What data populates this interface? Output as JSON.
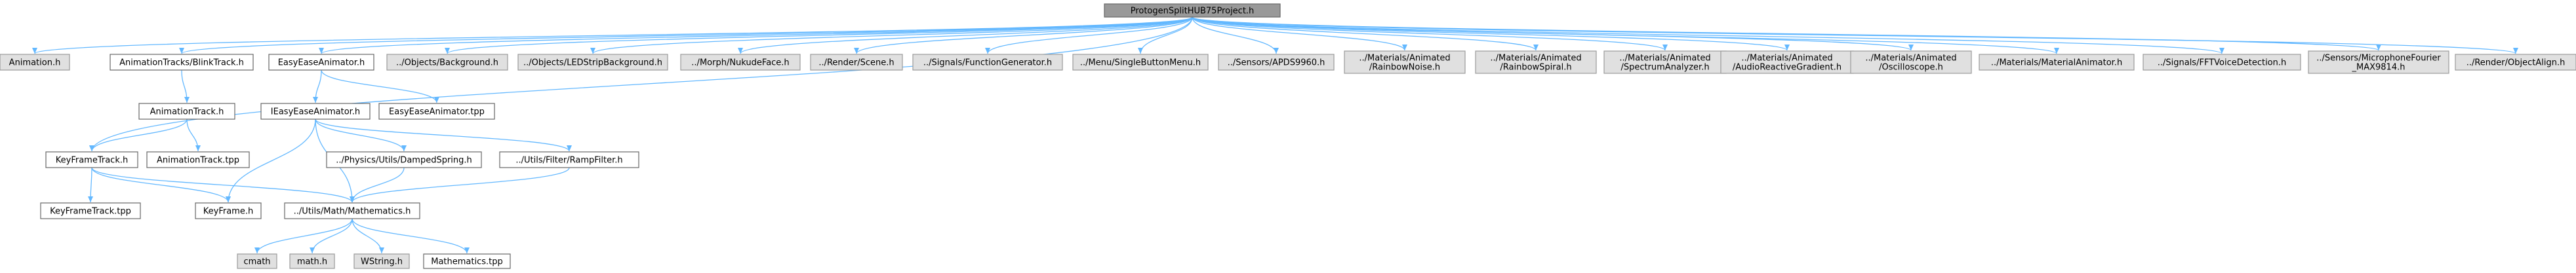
{
  "colors": {
    "root_fill": "#999999",
    "root_stroke": "#666666",
    "local_fill": "#ffffff",
    "local_stroke": "#666666",
    "external_fill": "#e0e0e0",
    "external_stroke": "#999999",
    "edge": "#63b8ff"
  },
  "nodes": [
    {
      "id": "root",
      "label": "ProtogenSplitHUB75Project.h",
      "kind": "root"
    },
    {
      "id": "animation_h",
      "label": "Animation.h",
      "kind": "external"
    },
    {
      "id": "blinktrack",
      "label": "AnimationTracks/BlinkTrack.h",
      "kind": "local"
    },
    {
      "id": "easyanimator",
      "label": "EasyEaseAnimator.h",
      "kind": "local"
    },
    {
      "id": "objects_bg",
      "label": "../Objects/Background.h",
      "kind": "external"
    },
    {
      "id": "objects_led",
      "label": "../Objects/LEDStripBackground.h",
      "kind": "external"
    },
    {
      "id": "morph",
      "label": "../Morph/NukudeFace.h",
      "kind": "external"
    },
    {
      "id": "render_scene",
      "label": "../Render/Scene.h",
      "kind": "external"
    },
    {
      "id": "signals_fg",
      "label": "../Signals/FunctionGenerator.h",
      "kind": "external"
    },
    {
      "id": "menu",
      "label": "../Menu/SingleButtonMenu.h",
      "kind": "external"
    },
    {
      "id": "sensors_apds",
      "label": "../Sensors/APDS9960.h",
      "kind": "external"
    },
    {
      "id": "mat_noise",
      "label": "../Materials/Animated\n/RainbowNoise.h",
      "kind": "external"
    },
    {
      "id": "mat_spiral",
      "label": "../Materials/Animated\n/RainbowSpiral.h",
      "kind": "external"
    },
    {
      "id": "mat_spectrum",
      "label": "../Materials/Animated\n/SpectrumAnalyzer.h",
      "kind": "external"
    },
    {
      "id": "mat_audio",
      "label": "../Materials/Animated\n/AudioReactiveGradient.h",
      "kind": "external"
    },
    {
      "id": "mat_osc",
      "label": "../Materials/Animated\n/Oscilloscope.h",
      "kind": "external"
    },
    {
      "id": "mat_animator",
      "label": "../Materials/MaterialAnimator.h",
      "kind": "external"
    },
    {
      "id": "signals_fft",
      "label": "../Signals/FFTVoiceDetection.h",
      "kind": "external"
    },
    {
      "id": "sensors_mic",
      "label": "../Sensors/MicrophoneFourier\n_MAX9814.h",
      "kind": "external"
    },
    {
      "id": "render_align",
      "label": "../Render/ObjectAlign.h",
      "kind": "external"
    },
    {
      "id": "animtrack",
      "label": "AnimationTrack.h",
      "kind": "local"
    },
    {
      "id": "ieasy",
      "label": "IEasyEaseAnimator.h",
      "kind": "local"
    },
    {
      "id": "easytpp",
      "label": "EasyEaseAnimator.tpp",
      "kind": "local"
    },
    {
      "id": "kftrack",
      "label": "KeyFrameTrack.h",
      "kind": "local"
    },
    {
      "id": "animtracktpp",
      "label": "AnimationTrack.tpp",
      "kind": "local"
    },
    {
      "id": "damped",
      "label": "../Physics/Utils/DampedSpring.h",
      "kind": "local"
    },
    {
      "id": "ramp",
      "label": "../Utils/Filter/RampFilter.h",
      "kind": "local"
    },
    {
      "id": "kftracktpp",
      "label": "KeyFrameTrack.tpp",
      "kind": "local"
    },
    {
      "id": "keyframe",
      "label": "KeyFrame.h",
      "kind": "local"
    },
    {
      "id": "mathematics",
      "label": "../Utils/Math/Mathematics.h",
      "kind": "local"
    },
    {
      "id": "cmath",
      "label": "cmath",
      "kind": "external"
    },
    {
      "id": "math_h",
      "label": "math.h",
      "kind": "external"
    },
    {
      "id": "wstring",
      "label": "WString.h",
      "kind": "external"
    },
    {
      "id": "mathtpp",
      "label": "Mathematics.tpp",
      "kind": "local"
    }
  ],
  "edges": [
    [
      "root",
      "animation_h"
    ],
    [
      "root",
      "blinktrack"
    ],
    [
      "root",
      "easyanimator"
    ],
    [
      "root",
      "objects_bg"
    ],
    [
      "root",
      "objects_led"
    ],
    [
      "root",
      "morph"
    ],
    [
      "root",
      "render_scene"
    ],
    [
      "root",
      "signals_fg"
    ],
    [
      "root",
      "menu"
    ],
    [
      "root",
      "sensors_apds"
    ],
    [
      "root",
      "mat_noise"
    ],
    [
      "root",
      "mat_spiral"
    ],
    [
      "root",
      "mat_spectrum"
    ],
    [
      "root",
      "mat_audio"
    ],
    [
      "root",
      "mat_osc"
    ],
    [
      "root",
      "mat_animator"
    ],
    [
      "root",
      "signals_fft"
    ],
    [
      "root",
      "sensors_mic"
    ],
    [
      "root",
      "render_align"
    ],
    [
      "root",
      "kftrack"
    ],
    [
      "blinktrack",
      "animtrack"
    ],
    [
      "animtrack",
      "kftrack"
    ],
    [
      "animtrack",
      "animtracktpp"
    ],
    [
      "easyanimator",
      "ieasy"
    ],
    [
      "easyanimator",
      "easytpp"
    ],
    [
      "ieasy",
      "keyframe"
    ],
    [
      "ieasy",
      "mathematics"
    ],
    [
      "ieasy",
      "damped"
    ],
    [
      "ieasy",
      "ramp"
    ],
    [
      "kftrack",
      "kftracktpp"
    ],
    [
      "kftrack",
      "keyframe"
    ],
    [
      "kftrack",
      "mathematics"
    ],
    [
      "damped",
      "mathematics"
    ],
    [
      "ramp",
      "mathematics"
    ],
    [
      "mathematics",
      "cmath"
    ],
    [
      "mathematics",
      "math_h"
    ],
    [
      "mathematics",
      "wstring"
    ],
    [
      "mathematics",
      "mathtpp"
    ]
  ]
}
